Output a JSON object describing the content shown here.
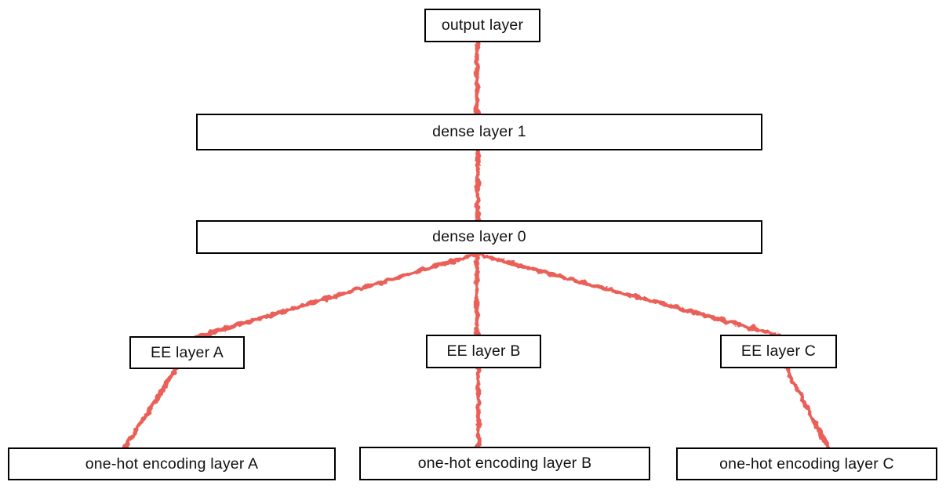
{
  "diagram": {
    "type": "neural-network-architecture",
    "background_color": "#ffffff",
    "connector_color": "#ea6159",
    "box_border_color": "#000000",
    "nodes": {
      "output": {
        "label": "output layer"
      },
      "dense1": {
        "label": "dense layer 1"
      },
      "dense0": {
        "label": "dense layer 0"
      },
      "ee_a": {
        "label": "EE layer A"
      },
      "ee_b": {
        "label": "EE layer B"
      },
      "ee_c": {
        "label": "EE layer C"
      },
      "onehot_a": {
        "label": "one-hot encoding layer A"
      },
      "onehot_b": {
        "label": "one-hot encoding layer B"
      },
      "onehot_c": {
        "label": "one-hot encoding layer C"
      }
    },
    "edges": [
      {
        "from": "dense1",
        "to": "output"
      },
      {
        "from": "dense0",
        "to": "dense1"
      },
      {
        "from": "ee_a",
        "to": "dense0"
      },
      {
        "from": "ee_b",
        "to": "dense0"
      },
      {
        "from": "ee_c",
        "to": "dense0"
      },
      {
        "from": "onehot_a",
        "to": "ee_a"
      },
      {
        "from": "onehot_b",
        "to": "ee_b"
      },
      {
        "from": "onehot_c",
        "to": "ee_c"
      }
    ]
  }
}
